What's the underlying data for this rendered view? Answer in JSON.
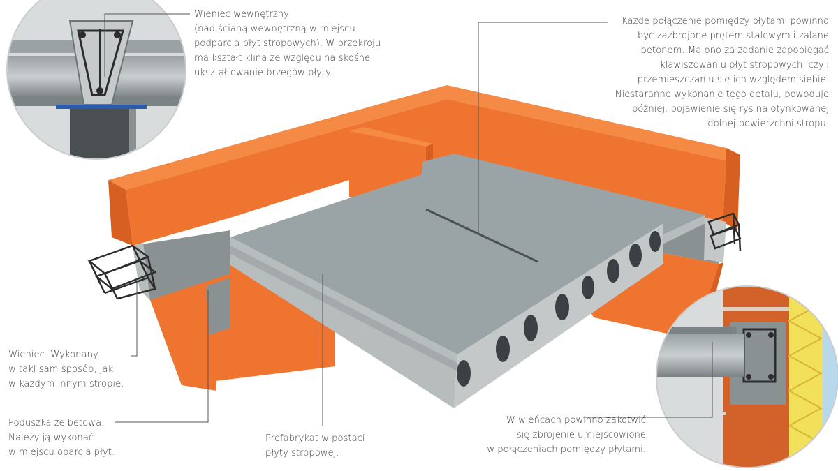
{
  "annotations": {
    "wieniec_wewnetrzny": "Wieniec wewnętrzny\n(nad ścianą wewnętrzną w miejscu\npodparcia płyt stropowych). W przekroju\nma kształt klina ze względu na skośne\nukształtowanie brzegów płyty.",
    "polaczenie": "Każde połączenie pomiędzy płytami powinno\nbyć zazbrojone prętem stalowym i zalane\nbetonem. Ma ono za zadanie zapobiegać\nklawiszowaniu płyt stropowych, czyli\nprzemieszczaniu się ich względem siebie.\nNiestaranne wykonanie tego detalu, powoduje\npóźniej, pojawienie się rys na otynkowanej\ndolnej powierzchni stropu.",
    "wieniec": "Wieniec. Wykonany\nw taki sam sposób, jak\nw każdym innym stropie.",
    "poduszka": "Poduszka żelbetowa.\nNależy ją wykonać\nw miejscu oparcia płyt.",
    "prefabrykat": "Prefabrykat w postaci\npłyty stropowej.",
    "zbrojenie": "W wieńcach powinno zakotwić\nsię zbrojenie umiejscowione\nw połączeniach pomiędzy płytami."
  },
  "colors": {
    "brick": "#ee7430",
    "brick_dark": "#d85f22",
    "brick_light": "#f58a45",
    "slab_top": "#9aa3a5",
    "slab_side": "#b7bcbc",
    "ring_beam": "#8a9193",
    "insulation": "#f2df5a",
    "leader": "#555555"
  }
}
